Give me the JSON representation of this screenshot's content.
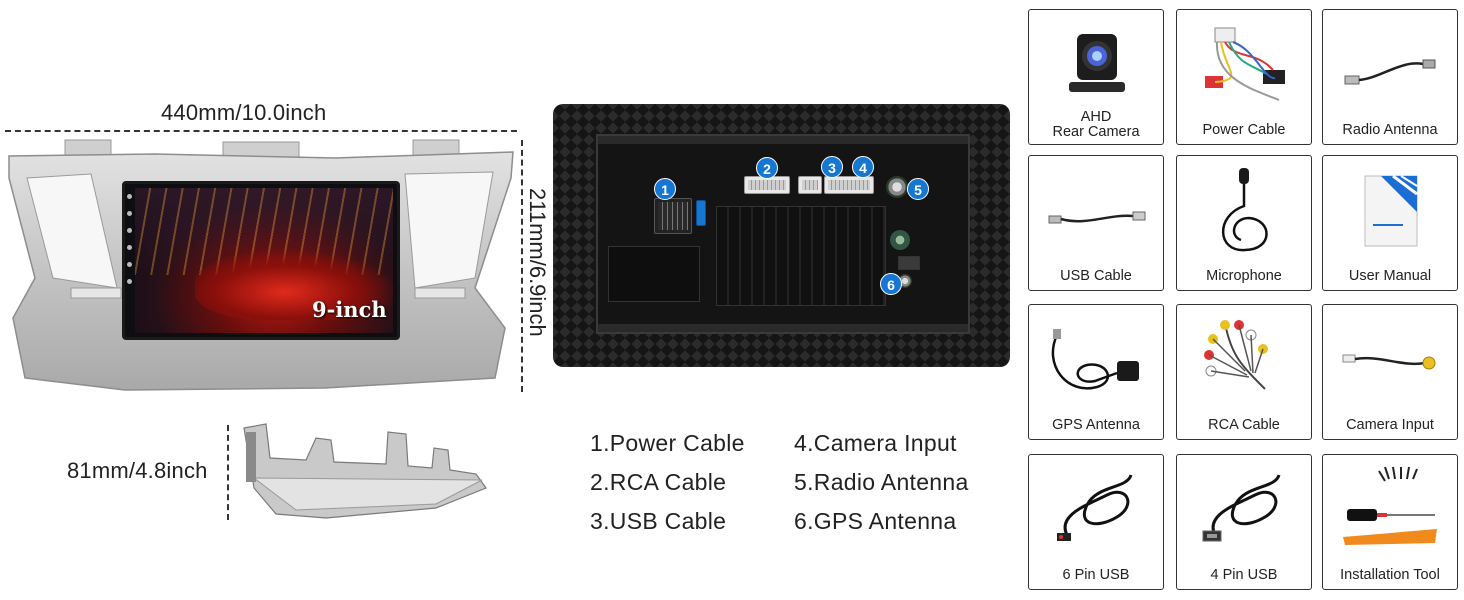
{
  "dimensions": {
    "width": "440mm/10.0inch",
    "height": "211mm/6.9inch",
    "depth": "81mm/4.8inch"
  },
  "screen_label": "9-inch",
  "ports": [
    {
      "number": "1"
    },
    {
      "number": "2"
    },
    {
      "number": "3"
    },
    {
      "number": "4"
    },
    {
      "number": "5"
    },
    {
      "number": "6"
    }
  ],
  "legend": [
    "1.Power Cable",
    "2.RCA Cable",
    "3.USB Cable",
    "4.Camera Input",
    "5.Radio Antenna",
    "6.GPS Antenna"
  ],
  "accessories": [
    {
      "label_line1": "AHD",
      "label_line2": "Rear Camera",
      "icon": "camera-icon"
    },
    {
      "label_line1": "",
      "label_line2": "Power Cable",
      "icon": "power-cable-icon"
    },
    {
      "label_line1": "",
      "label_line2": "Radio Antenna",
      "icon": "radio-antenna-icon"
    },
    {
      "label_line1": "",
      "label_line2": "USB Cable",
      "icon": "usb-cable-icon"
    },
    {
      "label_line1": "",
      "label_line2": "Microphone",
      "icon": "microphone-icon"
    },
    {
      "label_line1": "",
      "label_line2": "User Manual",
      "icon": "manual-icon"
    },
    {
      "label_line1": "",
      "label_line2": "GPS Antenna",
      "icon": "gps-antenna-icon"
    },
    {
      "label_line1": "",
      "label_line2": "RCA Cable",
      "icon": "rca-cable-icon"
    },
    {
      "label_line1": "",
      "label_line2": "Camera Input",
      "icon": "camera-input-icon"
    },
    {
      "label_line1": "",
      "label_line2": "6 Pin USB",
      "icon": "six-pin-usb-icon"
    },
    {
      "label_line1": "",
      "label_line2": "4 Pin USB",
      "icon": "four-pin-usb-icon"
    },
    {
      "label_line1": "",
      "label_line2": "Installation Tool",
      "icon": "installation-tool-icon"
    }
  ],
  "colors": {
    "badge": "#1677d2",
    "frame": "#c9c9c9",
    "tool_orange": "#f08a1c"
  }
}
